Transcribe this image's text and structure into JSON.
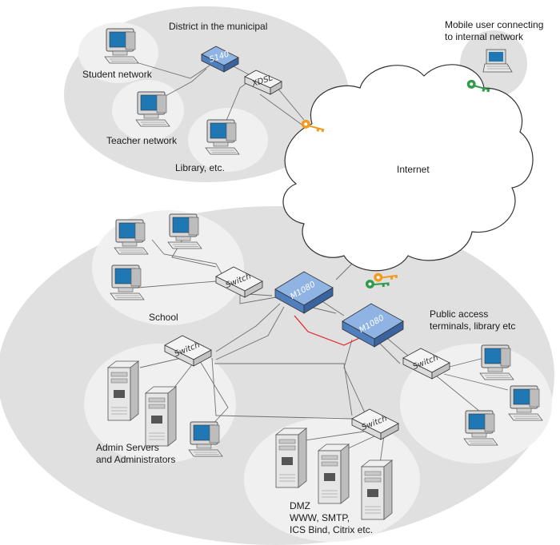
{
  "labels": {
    "district": "District in the municipal",
    "student_network": "Student network",
    "teacher_network": "Teacher network",
    "library_top": "Library, etc.",
    "mobile_line1": "Mobile user connecting",
    "mobile_line2": "to internal network",
    "internet": "Internet",
    "school": "School",
    "public_line1": "Public access",
    "public_line2": "terminals, library etc",
    "admin_line1": "Admin Servers",
    "admin_line2": "and Administrators",
    "dmz_line1": "DMZ",
    "dmz_line2": "WWW, SMTP,",
    "dmz_line3": "ICS Bind, Citrix etc."
  },
  "devices": {
    "s140": "S140",
    "xdsl": "XDSL",
    "m1080_left": "M1080",
    "m1080_right": "M1080",
    "switch_school": "Switch",
    "switch_admin": "Switch",
    "switch_public": "Switch",
    "switch_dmz": "Switch"
  },
  "colors": {
    "zone_fill": "#e0e0e0",
    "subzone_fill": "#f0f0f0",
    "router_blue": "#5b8fcf",
    "screen_blue": "#1f78b4",
    "key_orange": "#f39a1f",
    "key_green": "#2e9a4a",
    "secure_link": "#e02424"
  }
}
